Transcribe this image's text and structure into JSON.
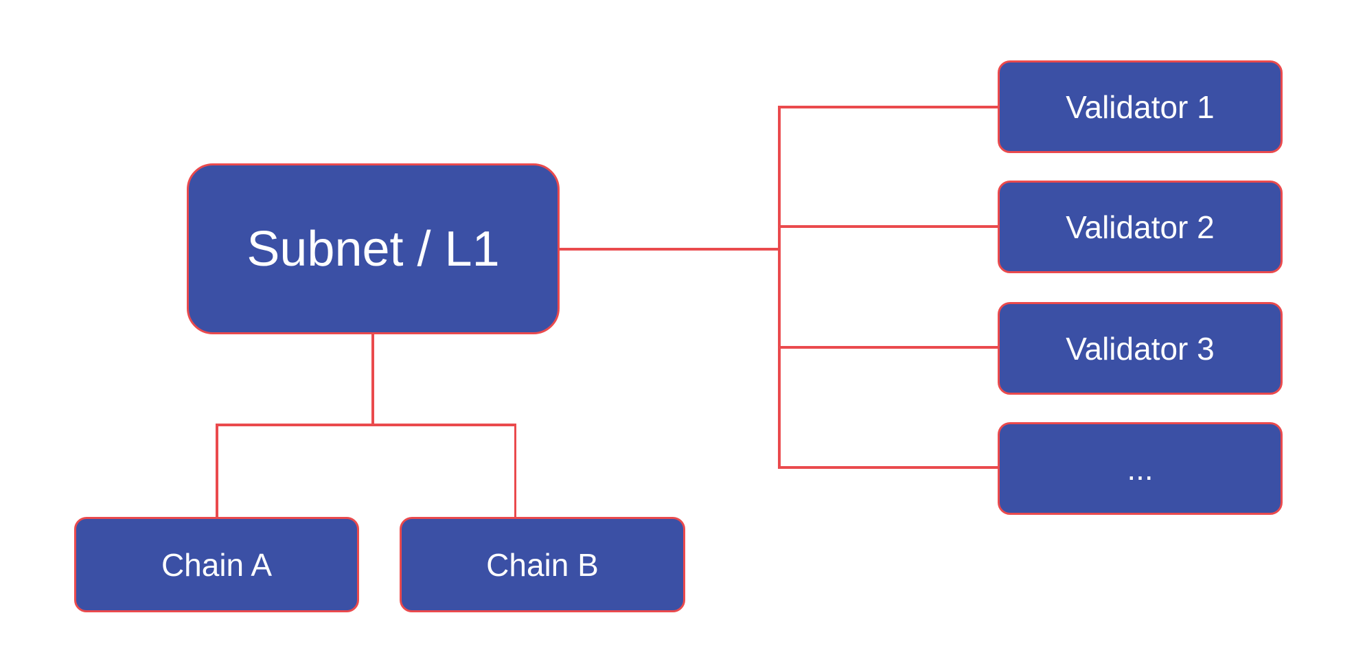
{
  "diagram": {
    "colors": {
      "background": "#ffffff",
      "node_fill": "#3b50a5",
      "node_border": "#ea4a4d",
      "connector": "#ea4a4d",
      "label_text": "#ffffff"
    },
    "nodes": {
      "subnet": {
        "label": "Subnet / L1"
      },
      "chain_a": {
        "label": "Chain A"
      },
      "chain_b": {
        "label": "Chain B"
      },
      "validator_1": {
        "label": "Validator 1"
      },
      "validator_2": {
        "label": "Validator 2"
      },
      "validator_3": {
        "label": "Validator 3"
      },
      "validator_more": {
        "label": "..."
      }
    }
  }
}
